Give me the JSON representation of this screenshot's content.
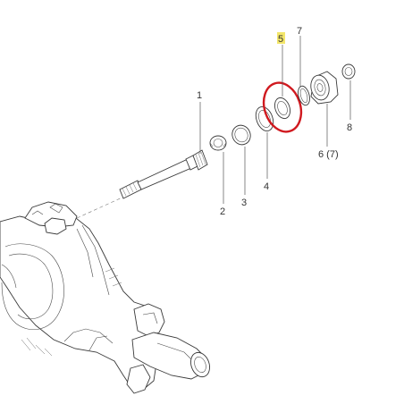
{
  "diagram": {
    "callouts": {
      "p1": "1",
      "p2": "2",
      "p3": "3",
      "p4": "4",
      "p5": "5",
      "p6": "6 (7)",
      "p7": "7",
      "p8": "8"
    },
    "highlighted_part": "5",
    "colors": {
      "highlight_circle": "#d0191f",
      "highlight_label_bg": "#f3e66a",
      "line_art": "#3a3a3a"
    }
  }
}
